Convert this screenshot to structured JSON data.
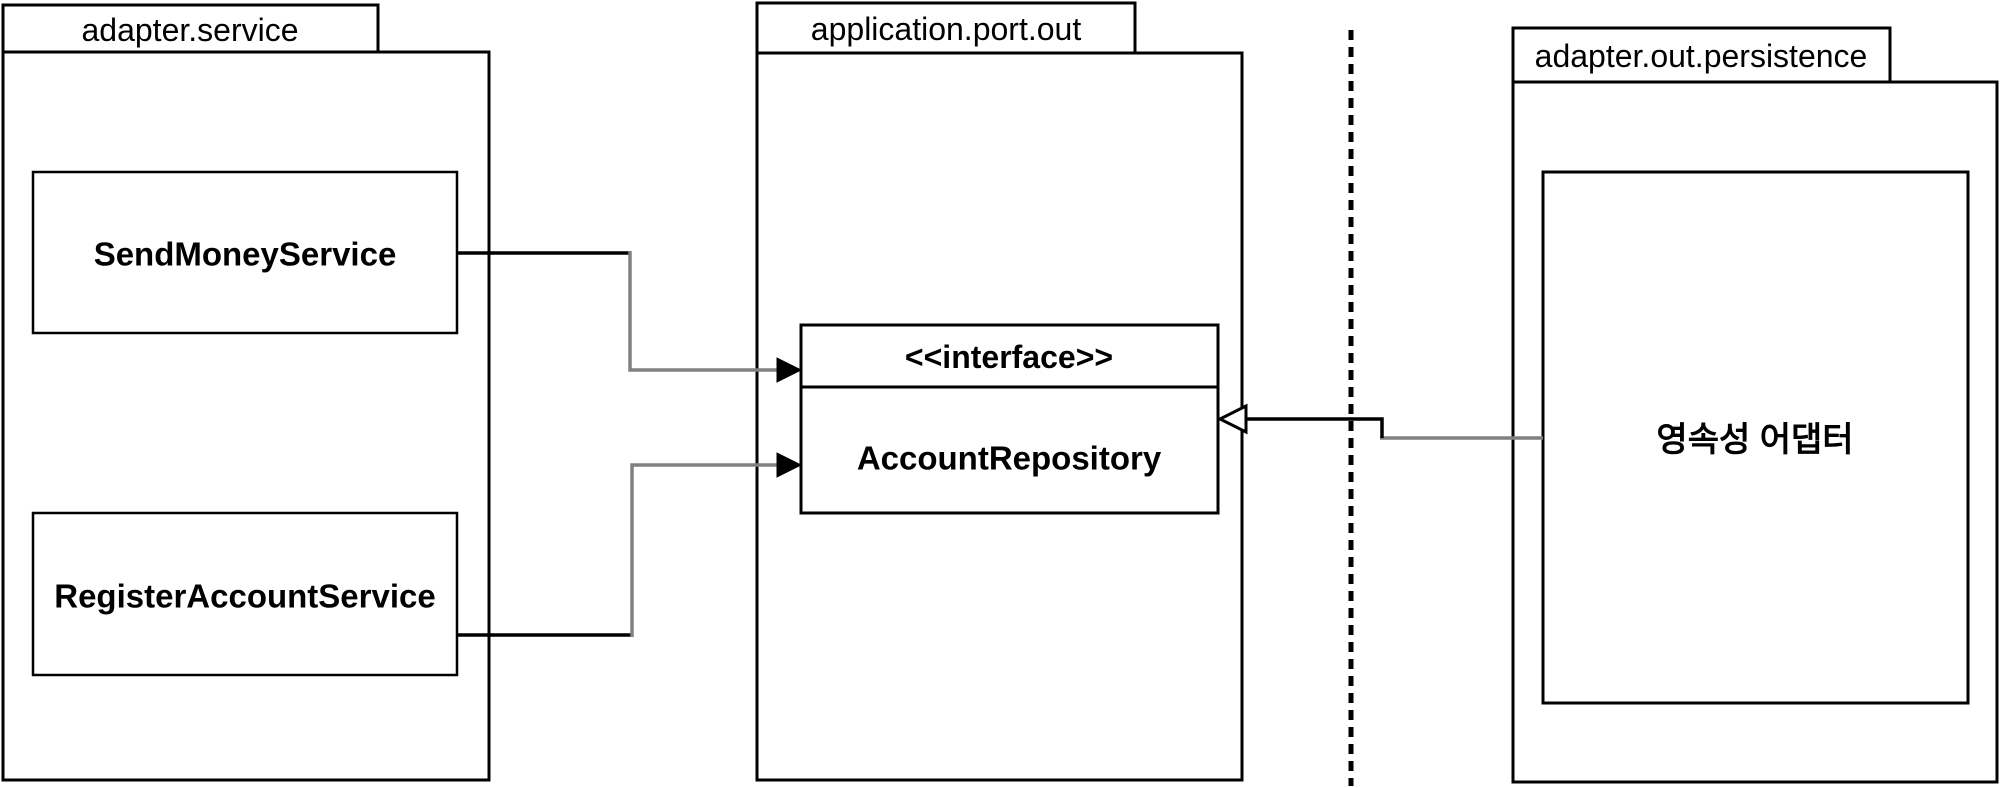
{
  "diagram_title": "hexagonal-architecture-output-port-packages",
  "packages": {
    "adapter_service": {
      "label": "adapter.service"
    },
    "application_port_out": {
      "label": "application.port.out"
    },
    "adapter_out_persistence": {
      "label": "adapter.out.persistence"
    }
  },
  "classes": {
    "send_money_service": {
      "name": "SendMoneyService"
    },
    "register_account_service": {
      "name": "RegisterAccountService"
    },
    "account_repository": {
      "stereotype": "<<interface>>",
      "name": "AccountRepository"
    },
    "persistence_adapter": {
      "name": "영속성 어댑터"
    }
  },
  "relations": [
    {
      "from": "SendMoneyService",
      "to": "AccountRepository",
      "type": "directed-association",
      "arrowhead": "solid"
    },
    {
      "from": "RegisterAccountService",
      "to": "AccountRepository",
      "type": "directed-association",
      "arrowhead": "solid"
    },
    {
      "from": "영속성 어댑터",
      "to": "AccountRepository",
      "type": "realization",
      "arrowhead": "open-triangle"
    }
  ],
  "colors": {
    "line": "#000000",
    "connector_gray": "#808080",
    "background": "#ffffff",
    "text": "#000000"
  }
}
